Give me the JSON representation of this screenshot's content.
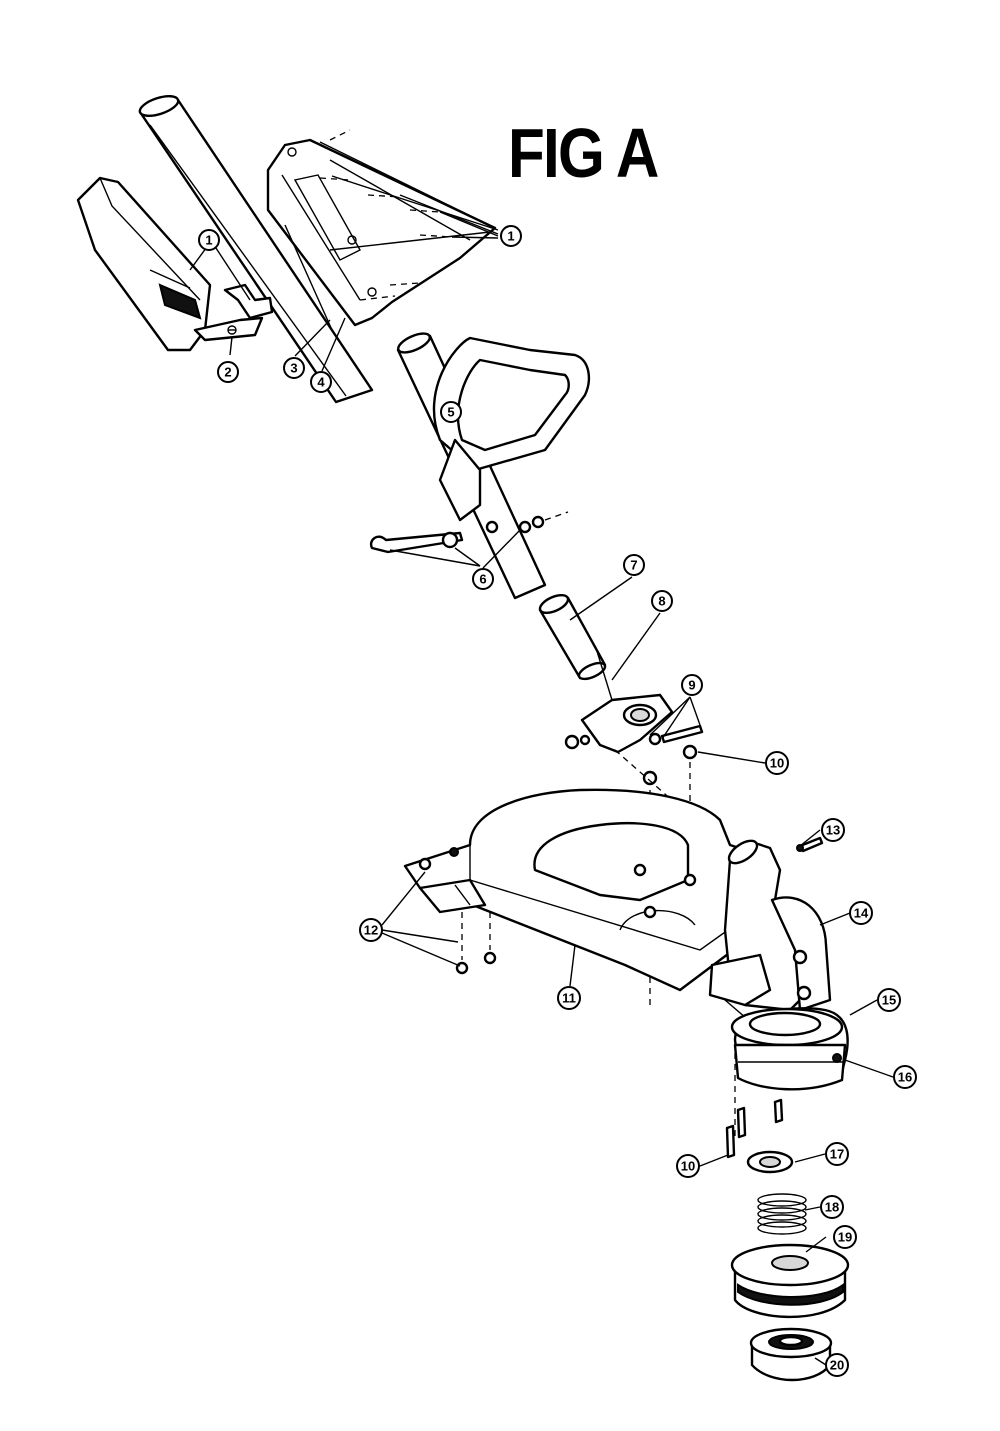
{
  "figure": {
    "title": "FIG A"
  },
  "callouts": [
    {
      "id": "c1a",
      "label": "1"
    },
    {
      "id": "c1b",
      "label": "1"
    },
    {
      "id": "c2",
      "label": "2"
    },
    {
      "id": "c3",
      "label": "3"
    },
    {
      "id": "c4",
      "label": "4"
    },
    {
      "id": "c5",
      "label": "5"
    },
    {
      "id": "c6",
      "label": "6"
    },
    {
      "id": "c7",
      "label": "7"
    },
    {
      "id": "c8",
      "label": "8"
    },
    {
      "id": "c9",
      "label": "9"
    },
    {
      "id": "c10a",
      "label": "10"
    },
    {
      "id": "c10b",
      "label": "10"
    },
    {
      "id": "c11",
      "label": "11"
    },
    {
      "id": "c12",
      "label": "12"
    },
    {
      "id": "c13",
      "label": "13"
    },
    {
      "id": "c14",
      "label": "14"
    },
    {
      "id": "c15",
      "label": "15"
    },
    {
      "id": "c16",
      "label": "16"
    },
    {
      "id": "c17",
      "label": "17"
    },
    {
      "id": "c18",
      "label": "18"
    },
    {
      "id": "c19",
      "label": "19"
    },
    {
      "id": "c20",
      "label": "20"
    }
  ]
}
